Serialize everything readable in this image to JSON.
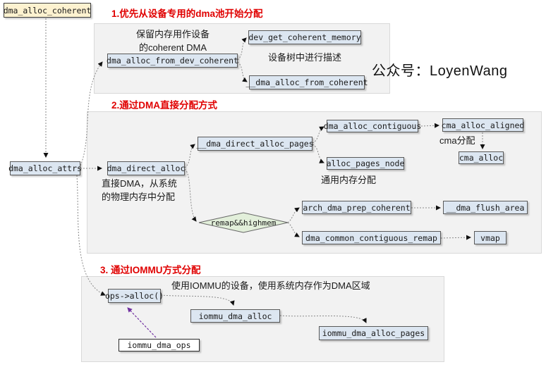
{
  "watermark": "公众号：LoyenWang",
  "colors": {
    "node_fill": "#dce6f1",
    "root_fill": "#fdf2d0",
    "decision_fill": "#e2efda",
    "plain_fill": "#ffffff",
    "panel_fill": "#f2f2f2",
    "header_red": "#e00000",
    "purple_arrow": "#7030a0",
    "wire_gray": "#8a8a8a"
  },
  "nodes": {
    "root": "dma_alloc_coherent",
    "attrs": "dma_alloc_attrs",
    "from_dev_coherent": "dma_alloc_from_dev_coherent",
    "dev_get_coherent_memory": "dev_get_coherent_memory",
    "dma_alloc_from_coherent": "__dma_alloc_from_coherent",
    "dma_direct_alloc": "dma_direct_alloc",
    "dma_direct_alloc_pages": "__dma_direct_alloc_pages",
    "dma_alloc_contiguous": "dma_alloc_contiguous",
    "cma_alloc_aligned": "cma_alloc_aligned",
    "cma_alloc": "cma_alloc",
    "alloc_pages_node": "alloc_pages_node",
    "decision": "remap&&highmem",
    "arch_dma_prep_coherent": "arch_dma_prep_coherent",
    "dma_flush_area": "__dma_flush_area",
    "dma_common_contiguous_remap": "dma_common_contiguous_remap",
    "vmap": "vmap",
    "ops_alloc": "ops->alloc()",
    "iommu_dma_alloc": "iommu_dma_alloc",
    "iommu_dma_alloc_pages": "iommu_dma_alloc_pages",
    "iommu_dma_ops": "iommu_dma_ops"
  },
  "sections": {
    "s1": {
      "header": "1.优先从设备专用的dma池开始分配",
      "reserved_note_line1": "保留内存用作设备",
      "reserved_note_line2": "的coherent DMA",
      "devicetree_note": "设备树中进行描述"
    },
    "s2": {
      "header": "2.通过DMA直接分配方式",
      "direct_note_line1": "直接DMA，从系统",
      "direct_note_line2": "的物理内存中分配",
      "generic_note": "通用内存分配",
      "cma_note": "cma分配"
    },
    "s3": {
      "header": "3. 通过IOMMU方式分配",
      "iommu_note": "使用IOMMU的设备，使用系统内存作为DMA区域"
    }
  }
}
